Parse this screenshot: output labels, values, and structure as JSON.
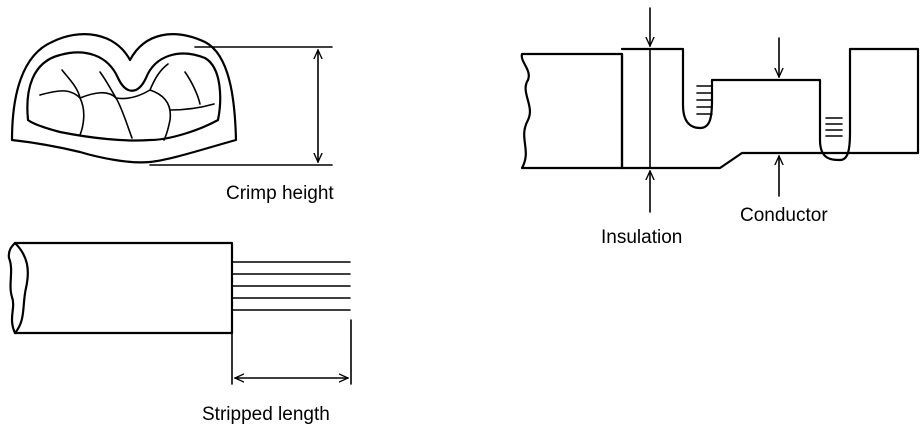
{
  "figure": {
    "crimp_section": {
      "label": "Crimp height"
    },
    "stripped_wire": {
      "label": "Stripped length"
    },
    "terminal": {
      "insulation_label": "Insulation",
      "conductor_label": "Conductor"
    }
  },
  "colors": {
    "ink": "#000000",
    "background": "#ffffff"
  }
}
